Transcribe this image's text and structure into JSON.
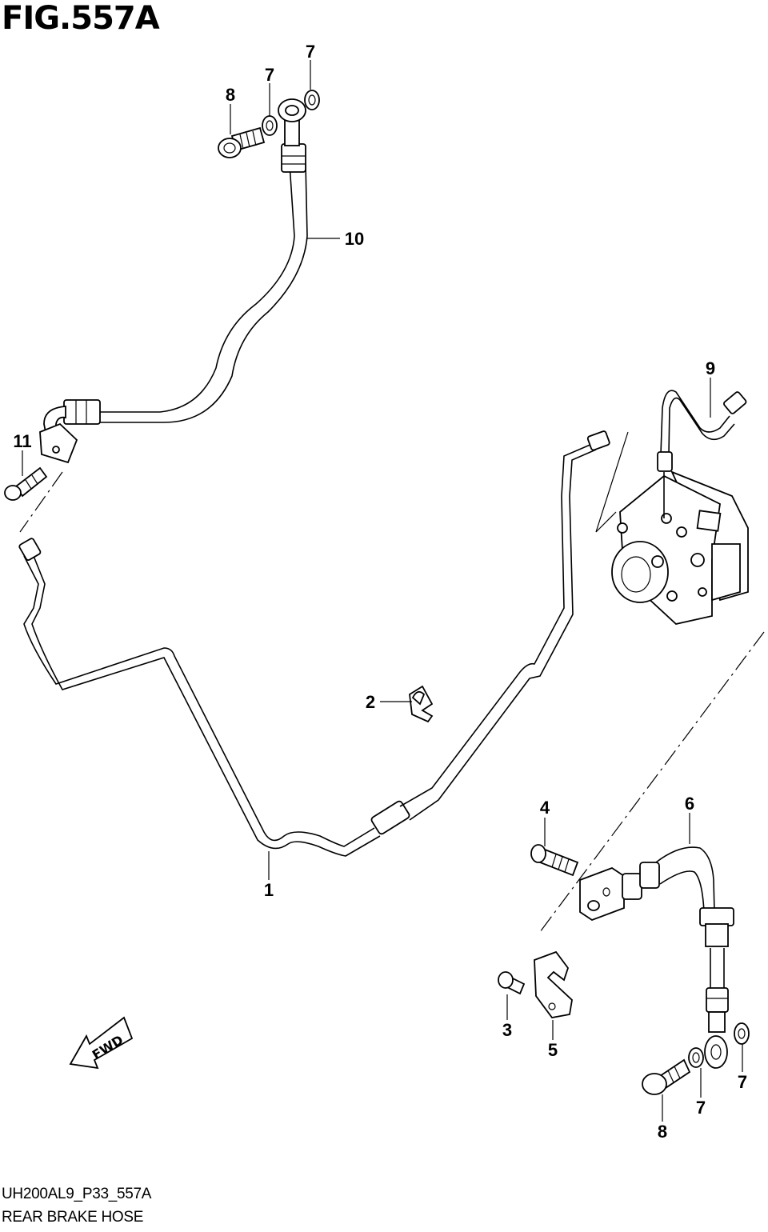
{
  "figure": {
    "title": "FIG.557A",
    "code": "UH200AL9_P33_557A",
    "name": "REAR BRAKE HOSE"
  },
  "arrow": {
    "label": "FWD"
  },
  "callouts": [
    {
      "id": "c1",
      "label": "1"
    },
    {
      "id": "c2",
      "label": "2"
    },
    {
      "id": "c3",
      "label": "3"
    },
    {
      "id": "c4",
      "label": "4"
    },
    {
      "id": "c5",
      "label": "5"
    },
    {
      "id": "c6",
      "label": "6"
    },
    {
      "id": "c7a",
      "label": "7"
    },
    {
      "id": "c7b",
      "label": "7"
    },
    {
      "id": "c7c",
      "label": "7"
    },
    {
      "id": "c7d",
      "label": "7"
    },
    {
      "id": "c8a",
      "label": "8"
    },
    {
      "id": "c8b",
      "label": "8"
    },
    {
      "id": "c9",
      "label": "9"
    },
    {
      "id": "c10",
      "label": "10"
    },
    {
      "id": "c11",
      "label": "11"
    }
  ]
}
